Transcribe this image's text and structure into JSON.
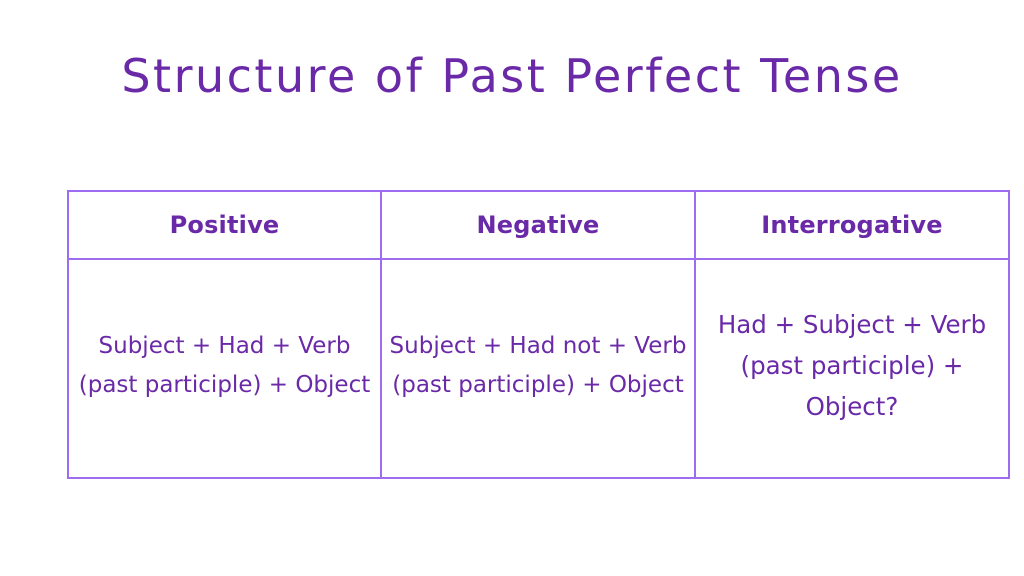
{
  "title": "Structure of Past Perfect Tense",
  "colors": {
    "text": "#6a2aa8",
    "border": "#9e6cf0",
    "background": "#ffffff"
  },
  "table": {
    "headers": [
      "Positive",
      "Negative",
      "Interrogative"
    ],
    "rows": [
      [
        "Subject + Had + Verb (past participle) + Object",
        "Subject + Had not + Verb (past participle) + Object",
        "Had + Subject + Verb (past participle) + Object?"
      ]
    ]
  }
}
